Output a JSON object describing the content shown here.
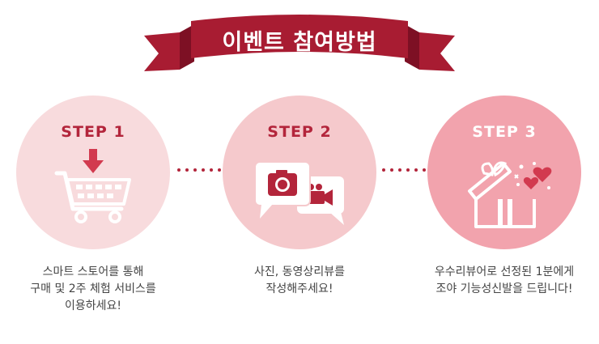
{
  "banner": {
    "title": "이벤트 참여방법",
    "color": "#a81c32",
    "shadow": "#7d1024"
  },
  "steps": [
    {
      "label": "STEP 1",
      "label_color": "#b3253b",
      "circle_color": "#f8dbdd",
      "icon": "shopping-cart-icon",
      "desc_lines": [
        "스마트 스토어를 통해",
        "구매 및 2주 체험 서비스를",
        "이용하세요!"
      ]
    },
    {
      "label": "STEP 2",
      "label_color": "#b3253b",
      "circle_color": "#f5c9cc",
      "icon": "photo-video-bubbles-icon",
      "desc_lines": [
        "사진, 동영상리뷰를",
        "작성해주세요!"
      ]
    },
    {
      "label": "STEP 3",
      "label_color": "#ffffff",
      "circle_color": "#f2a3ad",
      "icon": "gift-box-icon",
      "desc_lines": [
        "우수리뷰어로 선정된 1분에게",
        "조야 기능성신발을 드립니다!"
      ]
    }
  ],
  "dot_color": "#b3253b"
}
